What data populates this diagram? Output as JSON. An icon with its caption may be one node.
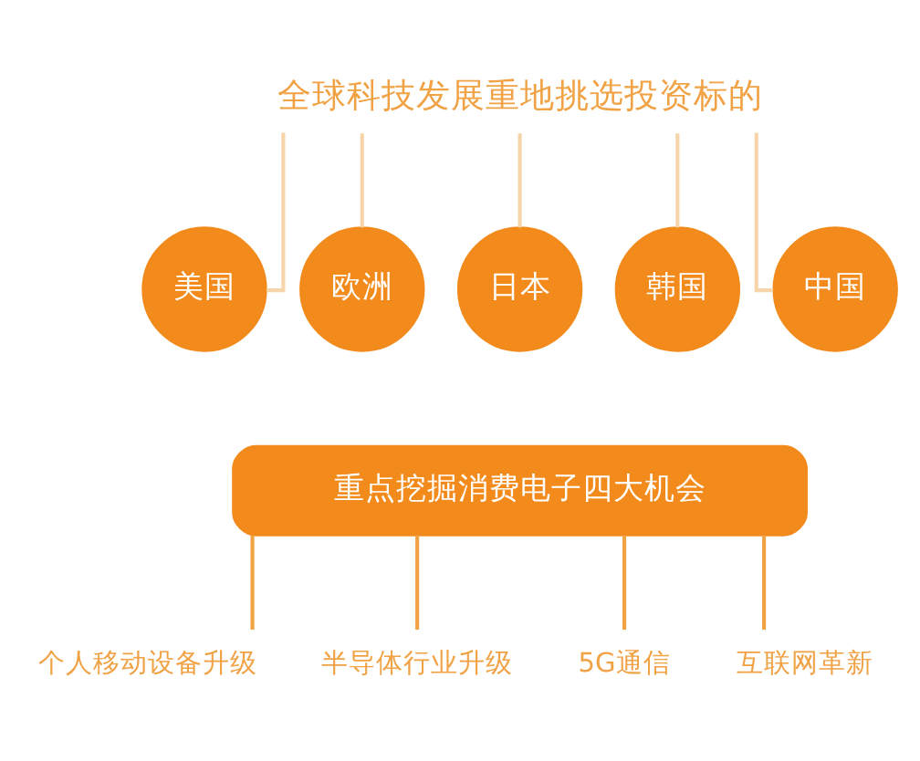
{
  "diagram": {
    "nodes": [
      {
        "text": [
          "全球科技发展重地挑选投资标的"
        ]
      },
      {
        "text": [
          "美国"
        ]
      },
      {
        "text": [
          "欧洲"
        ]
      },
      {
        "text": [
          "日本"
        ]
      },
      {
        "text": [
          "韩国"
        ]
      },
      {
        "text": [
          "中国"
        ]
      },
      {
        "text": [
          "重点挖掘消费电子四大机会"
        ]
      },
      {
        "text": [
          "个人移动设备升级"
        ]
      },
      {
        "text": [
          "半导体行业升级"
        ]
      },
      {
        "text": [
          "5G通信"
        ]
      },
      {
        "text": [
          "互联网革新"
        ]
      }
    ],
    "edges": [
      {
        "from": 0,
        "to": 1,
        "arrow": "none"
      },
      {
        "from": 0,
        "to": 2,
        "arrow": "none"
      },
      {
        "from": 0,
        "to": 3,
        "arrow": "none"
      },
      {
        "from": 0,
        "to": 4,
        "arrow": "none"
      },
      {
        "from": 0,
        "to": 5,
        "arrow": "none"
      },
      {
        "from": 6,
        "to": 7,
        "arrow": "none",
        "color": "#f0a245"
      },
      {
        "from": 6,
        "to": 8,
        "arrow": "none",
        "color": "#f0a245"
      },
      {
        "from": 6,
        "to": 9,
        "arrow": "none",
        "color": "#f0a245"
      },
      {
        "from": 6,
        "to": 10,
        "arrow": "none",
        "color": "#f0a245"
      }
    ]
  }
}
